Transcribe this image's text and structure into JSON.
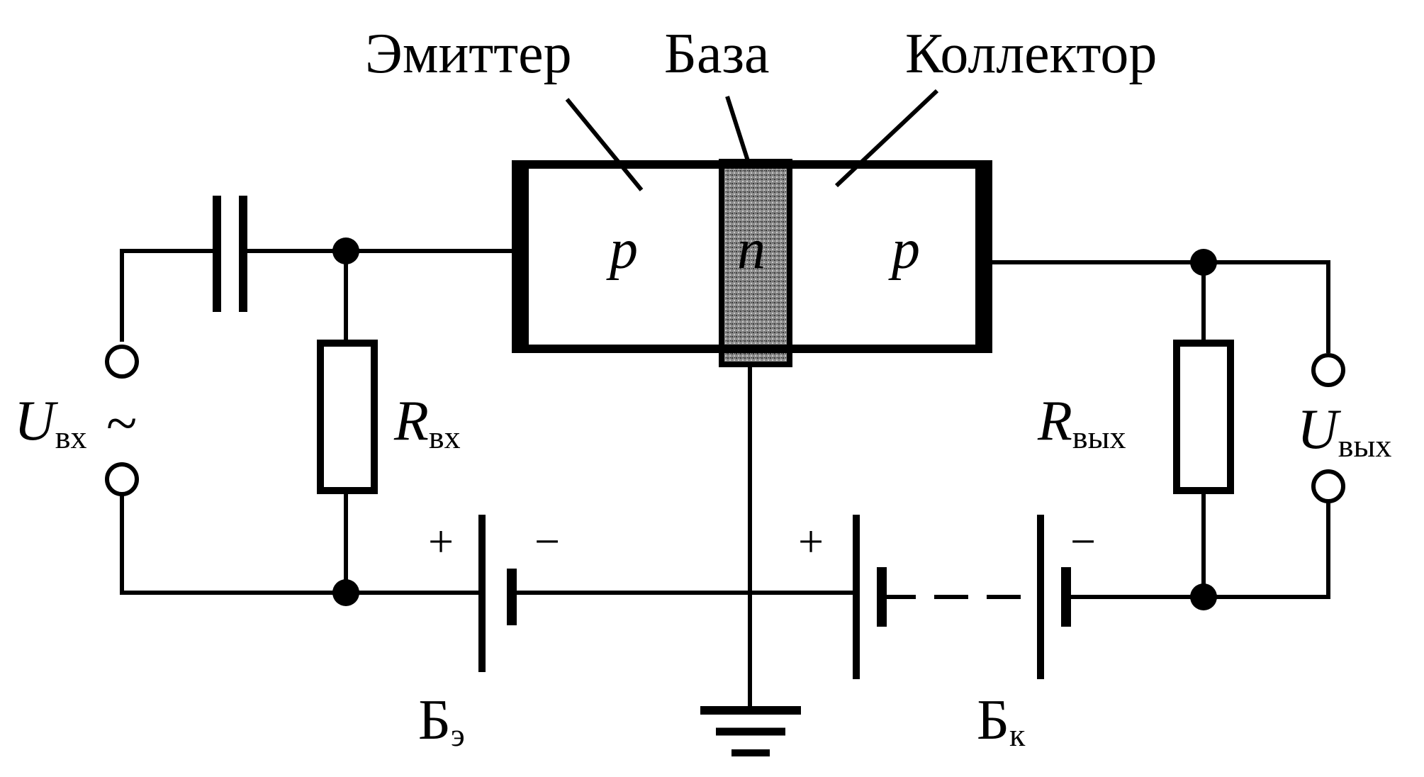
{
  "labels": {
    "emitter": "Эмиттер",
    "base": "База",
    "collector": "Коллектор",
    "p_left": "p",
    "n_mid": "n",
    "p_right": "p",
    "u_in": "U",
    "u_in_sub": "вх",
    "tilde": "~",
    "r_in": "R",
    "r_in_sub": "вх",
    "r_out": "R",
    "r_out_sub": "вых",
    "u_out": "U",
    "u_out_sub": "вых",
    "battery_e": "Б",
    "battery_e_sub": "э",
    "battery_k": "Б",
    "battery_k_sub": "к",
    "plus_e": "+",
    "minus_e": "−",
    "plus_k": "+",
    "minus_k": "−"
  },
  "colors": {
    "ink": "#000000",
    "base_fill": "#7a7a7a"
  }
}
